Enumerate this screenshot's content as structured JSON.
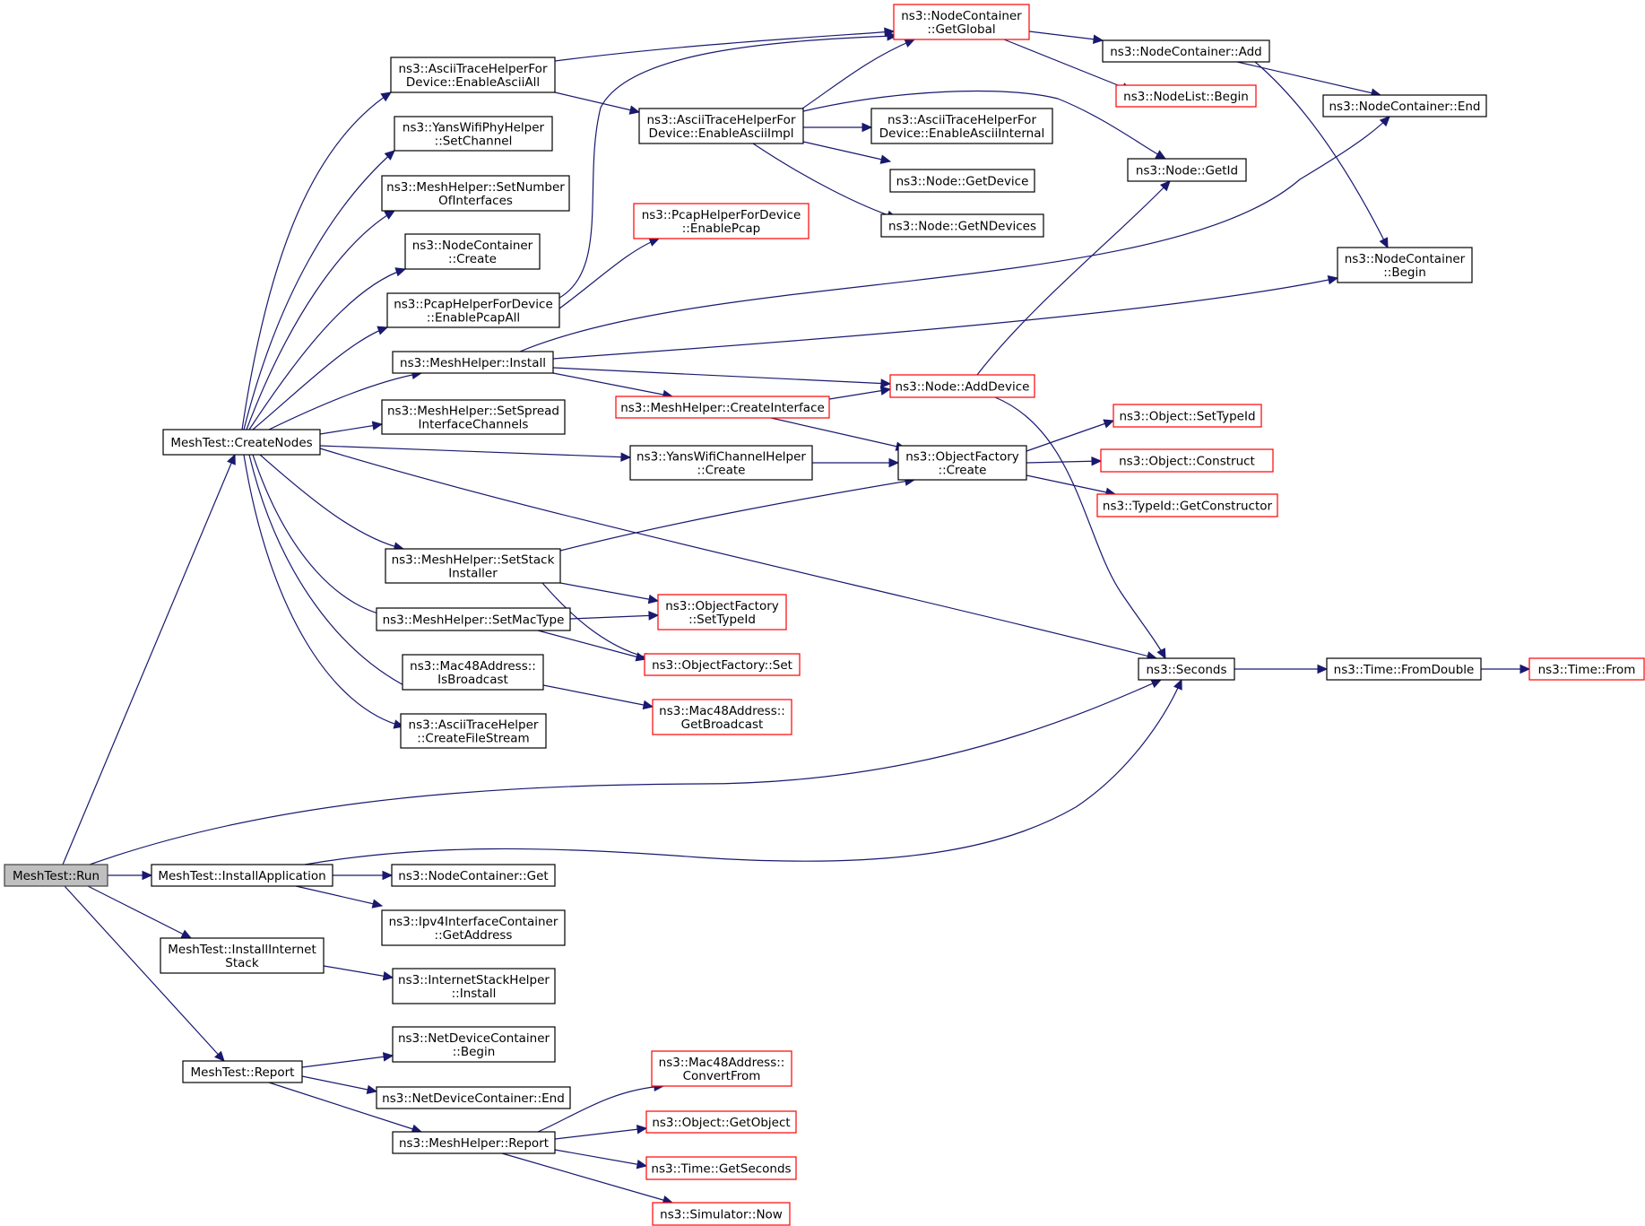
{
  "title": "",
  "colors": {
    "edge": "#191970",
    "box_border": "#000000",
    "truncated_border": "#ff0000",
    "current_fill": "#bfbfbf",
    "background": "#ffffff"
  },
  "nodes": [
    {
      "id": "run",
      "lines": [
        "MeshTest::Run"
      ],
      "style": "current"
    },
    {
      "id": "createNodes",
      "lines": [
        "MeshTest::CreateNodes"
      ],
      "style": "normal"
    },
    {
      "id": "installApp",
      "lines": [
        "MeshTest::InstallApplication"
      ],
      "style": "normal"
    },
    {
      "id": "installInternet",
      "lines": [
        "MeshTest::InstallInternet",
        "Stack"
      ],
      "style": "normal"
    },
    {
      "id": "reportMT",
      "lines": [
        "MeshTest::Report"
      ],
      "style": "normal"
    },
    {
      "id": "asciiAll",
      "lines": [
        "ns3::AsciiTraceHelperFor",
        "Device::EnableAsciiAll"
      ],
      "style": "normal"
    },
    {
      "id": "yansPhySetChannel",
      "lines": [
        "ns3::YansWifiPhyHelper",
        "::SetChannel"
      ],
      "style": "normal"
    },
    {
      "id": "setNumIf",
      "lines": [
        "ns3::MeshHelper::SetNumber",
        "OfInterfaces"
      ],
      "style": "normal"
    },
    {
      "id": "ncCreate",
      "lines": [
        "ns3::NodeContainer",
        "::Create"
      ],
      "style": "normal"
    },
    {
      "id": "pcapAll",
      "lines": [
        "ns3::PcapHelperForDevice",
        "::EnablePcapAll"
      ],
      "style": "normal"
    },
    {
      "id": "meshInstall",
      "lines": [
        "ns3::MeshHelper::Install"
      ],
      "style": "normal"
    },
    {
      "id": "setSpread",
      "lines": [
        "ns3::MeshHelper::SetSpread",
        "InterfaceChannels"
      ],
      "style": "normal"
    },
    {
      "id": "setStack",
      "lines": [
        "ns3::MeshHelper::SetStack",
        "Installer"
      ],
      "style": "normal"
    },
    {
      "id": "setMacType",
      "lines": [
        "ns3::MeshHelper::SetMacType"
      ],
      "style": "normal"
    },
    {
      "id": "isBroadcast",
      "lines": [
        "ns3::Mac48Address::",
        "IsBroadcast"
      ],
      "style": "normal"
    },
    {
      "id": "createFileStream",
      "lines": [
        "ns3::AsciiTraceHelper",
        "::CreateFileStream"
      ],
      "style": "normal"
    },
    {
      "id": "getGlobal",
      "lines": [
        "ns3::NodeContainer",
        "::GetGlobal"
      ],
      "style": "truncated"
    },
    {
      "id": "asciiImpl",
      "lines": [
        "ns3::AsciiTraceHelperFor",
        "Device::EnableAsciiImpl"
      ],
      "style": "normal"
    },
    {
      "id": "pcap",
      "lines": [
        "ns3::PcapHelperForDevice",
        "::EnablePcap"
      ],
      "style": "truncated"
    },
    {
      "id": "createInterface",
      "lines": [
        "ns3::MeshHelper::CreateInterface"
      ],
      "style": "truncated"
    },
    {
      "id": "yansChanCreate",
      "lines": [
        "ns3::YansWifiChannelHelper",
        "::Create"
      ],
      "style": "normal"
    },
    {
      "id": "ofSetTypeId",
      "lines": [
        "ns3::ObjectFactory",
        "::SetTypeId"
      ],
      "style": "truncated"
    },
    {
      "id": "ofSet",
      "lines": [
        "ns3::ObjectFactory::Set"
      ],
      "style": "truncated"
    },
    {
      "id": "getBroadcast",
      "lines": [
        "ns3::Mac48Address::",
        "GetBroadcast"
      ],
      "style": "truncated"
    },
    {
      "id": "ncAdd",
      "lines": [
        "ns3::NodeContainer::Add"
      ],
      "style": "normal"
    },
    {
      "id": "nlBegin",
      "lines": [
        "ns3::NodeList::Begin"
      ],
      "style": "truncated"
    },
    {
      "id": "asciiInternal",
      "lines": [
        "ns3::AsciiTraceHelperFor",
        "Device::EnableAsciiInternal"
      ],
      "style": "normal"
    },
    {
      "id": "nodeGetDevice",
      "lines": [
        "ns3::Node::GetDevice"
      ],
      "style": "normal"
    },
    {
      "id": "nodeGetNDevices",
      "lines": [
        "ns3::Node::GetNDevices"
      ],
      "style": "normal"
    },
    {
      "id": "nodeGetId",
      "lines": [
        "ns3::Node::GetId"
      ],
      "style": "normal"
    },
    {
      "id": "nodeAddDevice",
      "lines": [
        "ns3::Node::AddDevice"
      ],
      "style": "truncated"
    },
    {
      "id": "ofCreate",
      "lines": [
        "ns3::ObjectFactory",
        "::Create"
      ],
      "style": "normal"
    },
    {
      "id": "ncEnd",
      "lines": [
        "ns3::NodeContainer::End"
      ],
      "style": "normal"
    },
    {
      "id": "ncBegin",
      "lines": [
        "ns3::NodeContainer",
        "::Begin"
      ],
      "style": "normal"
    },
    {
      "id": "objSetTypeId",
      "lines": [
        "ns3::Object::SetTypeId"
      ],
      "style": "truncated"
    },
    {
      "id": "objConstruct",
      "lines": [
        "ns3::Object::Construct"
      ],
      "style": "truncated"
    },
    {
      "id": "getConstructor",
      "lines": [
        "ns3::TypeId::GetConstructor"
      ],
      "style": "truncated"
    },
    {
      "id": "seconds",
      "lines": [
        "ns3::Seconds"
      ],
      "style": "normal"
    },
    {
      "id": "fromDouble",
      "lines": [
        "ns3::Time::FromDouble"
      ],
      "style": "normal"
    },
    {
      "id": "timeFrom",
      "lines": [
        "ns3::Time::From"
      ],
      "style": "truncated"
    },
    {
      "id": "ncGet",
      "lines": [
        "ns3::NodeContainer::Get"
      ],
      "style": "normal"
    },
    {
      "id": "ipv4GetAddress",
      "lines": [
        "ns3::Ipv4InterfaceContainer",
        "::GetAddress"
      ],
      "style": "normal"
    },
    {
      "id": "internetInstall",
      "lines": [
        "ns3::InternetStackHelper",
        "::Install"
      ],
      "style": "normal"
    },
    {
      "id": "ndcBegin",
      "lines": [
        "ns3::NetDeviceContainer",
        "::Begin"
      ],
      "style": "normal"
    },
    {
      "id": "ndcEnd",
      "lines": [
        "ns3::NetDeviceContainer::End"
      ],
      "style": "normal"
    },
    {
      "id": "meshReport",
      "lines": [
        "ns3::MeshHelper::Report"
      ],
      "style": "normal"
    },
    {
      "id": "convertFrom",
      "lines": [
        "ns3::Mac48Address::",
        "ConvertFrom"
      ],
      "style": "truncated"
    },
    {
      "id": "getObject",
      "lines": [
        "ns3::Object::GetObject"
      ],
      "style": "truncated"
    },
    {
      "id": "getSeconds",
      "lines": [
        "ns3::Time::GetSeconds"
      ],
      "style": "truncated"
    },
    {
      "id": "simNow",
      "lines": [
        "ns3::Simulator::Now"
      ],
      "style": "truncated"
    }
  ],
  "edges": [
    [
      "run",
      "createNodes"
    ],
    [
      "run",
      "installApp"
    ],
    [
      "run",
      "installInternet"
    ],
    [
      "run",
      "reportMT"
    ],
    [
      "run",
      "seconds"
    ],
    [
      "createNodes",
      "asciiAll"
    ],
    [
      "createNodes",
      "yansPhySetChannel"
    ],
    [
      "createNodes",
      "setNumIf"
    ],
    [
      "createNodes",
      "ncCreate"
    ],
    [
      "createNodes",
      "pcapAll"
    ],
    [
      "createNodes",
      "meshInstall"
    ],
    [
      "createNodes",
      "setSpread"
    ],
    [
      "createNodes",
      "yansChanCreate"
    ],
    [
      "createNodes",
      "setStack"
    ],
    [
      "createNodes",
      "setMacType"
    ],
    [
      "createNodes",
      "isBroadcast"
    ],
    [
      "createNodes",
      "createFileStream"
    ],
    [
      "createNodes",
      "seconds"
    ],
    [
      "asciiAll",
      "getGlobal"
    ],
    [
      "asciiAll",
      "asciiImpl"
    ],
    [
      "asciiImpl",
      "getGlobal"
    ],
    [
      "asciiImpl",
      "asciiInternal"
    ],
    [
      "asciiImpl",
      "nodeGetDevice"
    ],
    [
      "asciiImpl",
      "nodeGetNDevices"
    ],
    [
      "asciiImpl",
      "nodeGetId"
    ],
    [
      "pcapAll",
      "getGlobal"
    ],
    [
      "pcapAll",
      "pcap"
    ],
    [
      "getGlobal",
      "ncAdd"
    ],
    [
      "getGlobal",
      "nlBegin"
    ],
    [
      "ncAdd",
      "ncEnd"
    ],
    [
      "ncAdd",
      "ncBegin"
    ],
    [
      "meshInstall",
      "ncEnd"
    ],
    [
      "meshInstall",
      "ncBegin"
    ],
    [
      "meshInstall",
      "nodeAddDevice"
    ],
    [
      "meshInstall",
      "createInterface"
    ],
    [
      "createInterface",
      "nodeAddDevice"
    ],
    [
      "createInterface",
      "ofCreate"
    ],
    [
      "nodeAddDevice",
      "nodeGetId"
    ],
    [
      "nodeAddDevice",
      "seconds"
    ],
    [
      "yansChanCreate",
      "ofCreate"
    ],
    [
      "setStack",
      "ofCreate"
    ],
    [
      "setStack",
      "ofSetTypeId"
    ],
    [
      "setStack",
      "ofSet"
    ],
    [
      "setMacType",
      "ofSetTypeId"
    ],
    [
      "setMacType",
      "ofSet"
    ],
    [
      "isBroadcast",
      "getBroadcast"
    ],
    [
      "ofCreate",
      "objSetTypeId"
    ],
    [
      "ofCreate",
      "objConstruct"
    ],
    [
      "ofCreate",
      "getConstructor"
    ],
    [
      "seconds",
      "fromDouble"
    ],
    [
      "fromDouble",
      "timeFrom"
    ],
    [
      "installApp",
      "ncGet"
    ],
    [
      "installApp",
      "ipv4GetAddress"
    ],
    [
      "installApp",
      "seconds"
    ],
    [
      "installInternet",
      "internetInstall"
    ],
    [
      "reportMT",
      "ndcBegin"
    ],
    [
      "reportMT",
      "ndcEnd"
    ],
    [
      "reportMT",
      "meshReport"
    ],
    [
      "meshReport",
      "convertFrom"
    ],
    [
      "meshReport",
      "getObject"
    ],
    [
      "meshReport",
      "getSeconds"
    ],
    [
      "meshReport",
      "simNow"
    ]
  ]
}
